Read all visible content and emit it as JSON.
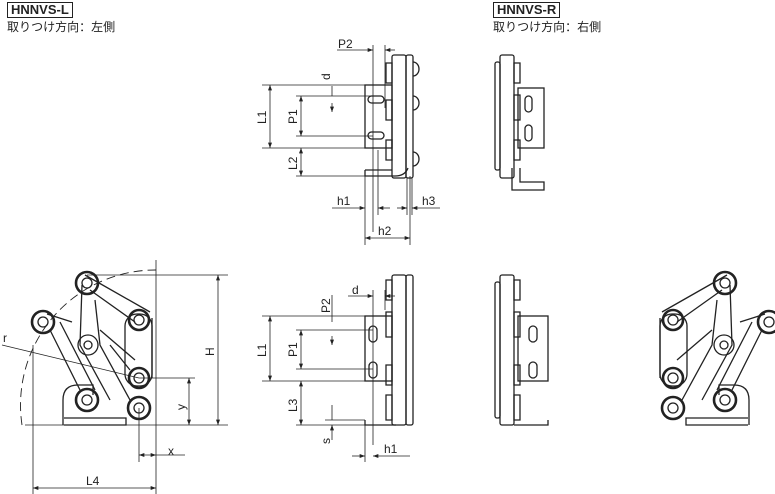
{
  "left_variant": {
    "model": "HNNVS-L",
    "mounting": "取りつけ方向：左側"
  },
  "right_variant": {
    "model": "HNNVS-R",
    "mounting": "取りつけ方向：右側"
  },
  "dimensions_top": {
    "p2": "P2",
    "d": "d",
    "l1": "L1",
    "p1": "P1",
    "l2": "L2",
    "h1": "h1",
    "h3": "h3",
    "h2": "h2"
  },
  "dimensions_clamp": {
    "r": "r",
    "H": "H",
    "y": "y",
    "x": "x",
    "l4": "L4"
  },
  "dimensions_bottom": {
    "d": "d",
    "p2": "P2",
    "l1": "L1",
    "p1": "P1",
    "l3": "L3",
    "s": "s",
    "h1": "h1"
  }
}
